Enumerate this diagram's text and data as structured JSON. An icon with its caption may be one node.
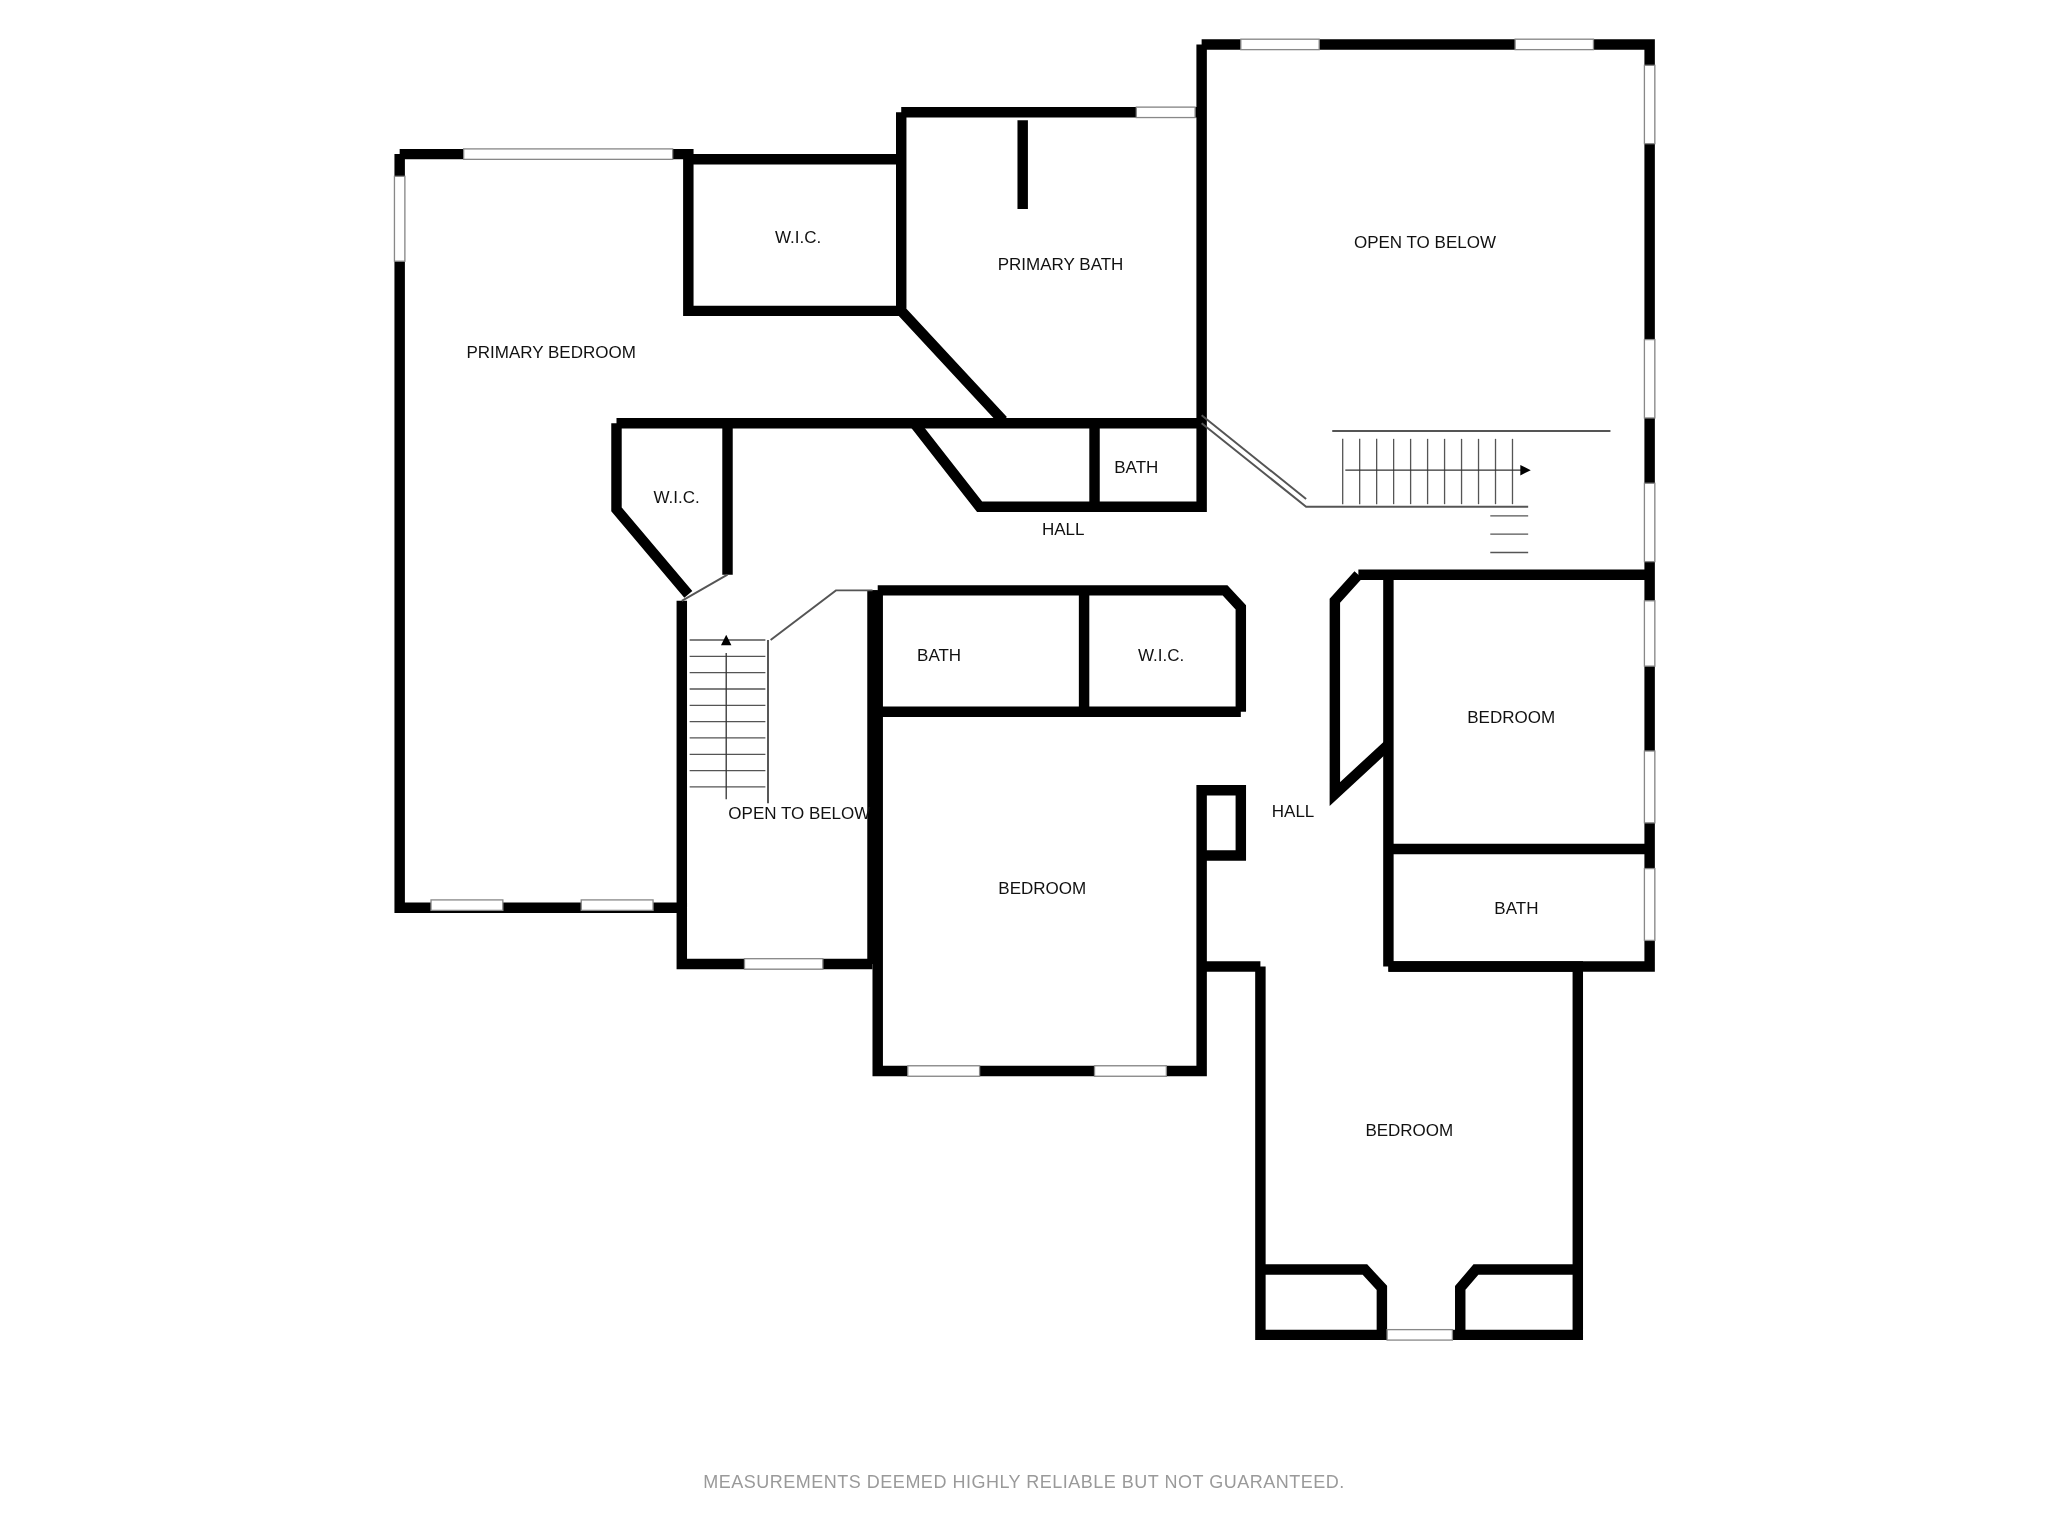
{
  "diagram": {
    "labels": [
      "W.I.C.",
      "PRIMARY BATH",
      "OPEN TO BELOW",
      "PRIMARY BEDROOM",
      "BATH",
      "W.I.C.",
      "HALL",
      "BATH",
      "W.I.C.",
      "BEDROOM",
      "OPEN TO BELOW",
      "HALL",
      "BEDROOM",
      "BATH",
      "BEDROOM"
    ],
    "caption": "MEASUREMENTS DEEMED HIGHLY RELIABLE BUT NOT GUARANTEED."
  }
}
